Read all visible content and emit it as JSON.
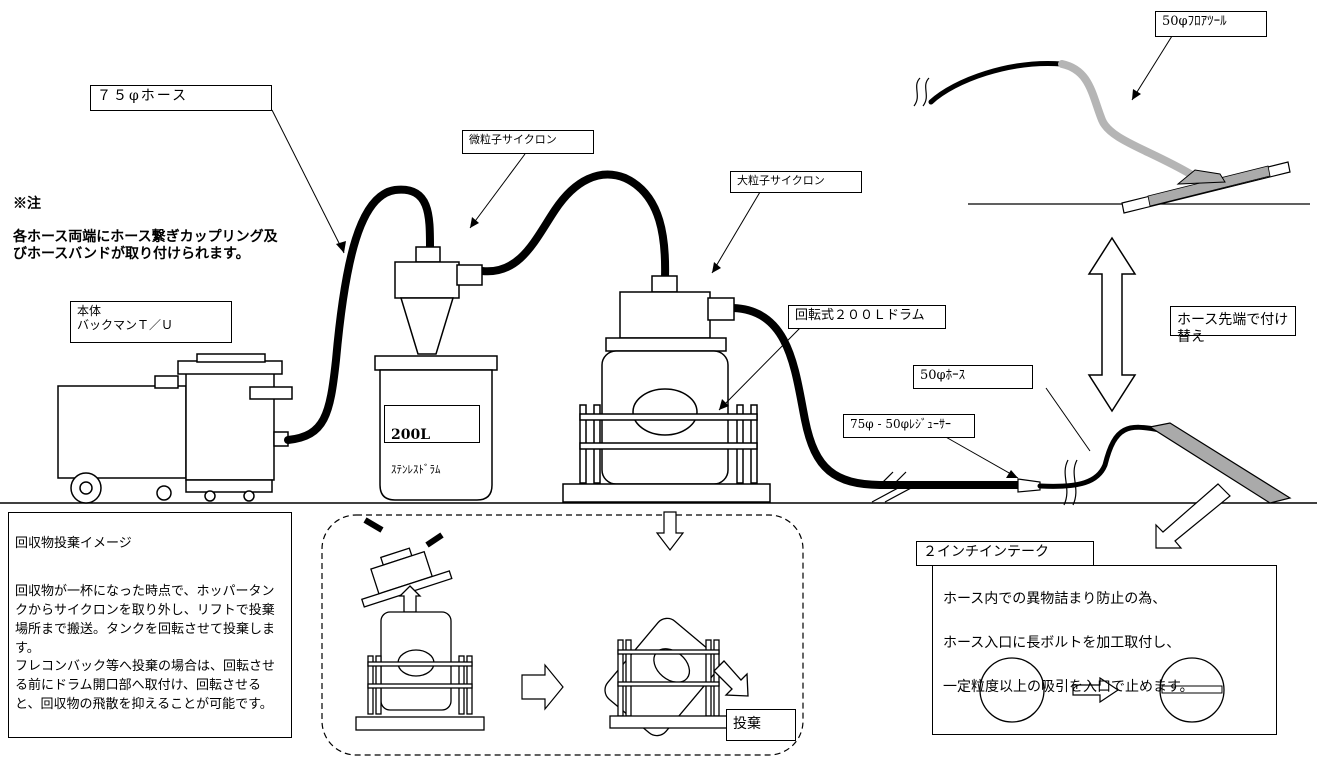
{
  "labels": {
    "hose_75": "７５φホース",
    "fine_cyclone": "微粒子サイクロン",
    "large_cyclone": "大粒子サイクロン",
    "rotating_drum": "回転式２００Ｌドラム",
    "floor_tool": "50φﾌﾛｱﾂｰﾙ",
    "hose_50": "50φﾎｰｽ",
    "reducer": "75φ - 50φﾚｼﾞｭｰｻｰ",
    "tip_swap": "ホース先端で付け替え",
    "drum_line1": "200L",
    "drum_line2": "ｽﾃﾝﾚｽﾄﾞﾗﾑ",
    "main_unit": "本体\nバックマンＴ／Ｕ",
    "discard": "投棄"
  },
  "note": {
    "title": "※注",
    "body": "各ホース両端にホース繋ぎカップリング及びホースバンドが取り付けられます。"
  },
  "disposal": {
    "title": "回収物投棄イメージ",
    "body": "回収物が一杯になった時点で、ホッパータンクからサイクロンを取り外し、リフトで投棄場所まで搬送。タンクを回転させて投棄します。\nフレコンバック等へ投棄の場合は、回転させる前にドラム開口部へ取付け、回転させると、回収物の飛散を抑えることが可能です。"
  },
  "intake": {
    "title": "２インチインテーク",
    "lines": [
      "ホース内での異物詰まり防止の為、",
      "ホース入口に長ボルトを加工取付し、",
      "一定粒度以上の吸引を入口で止めます。"
    ]
  }
}
